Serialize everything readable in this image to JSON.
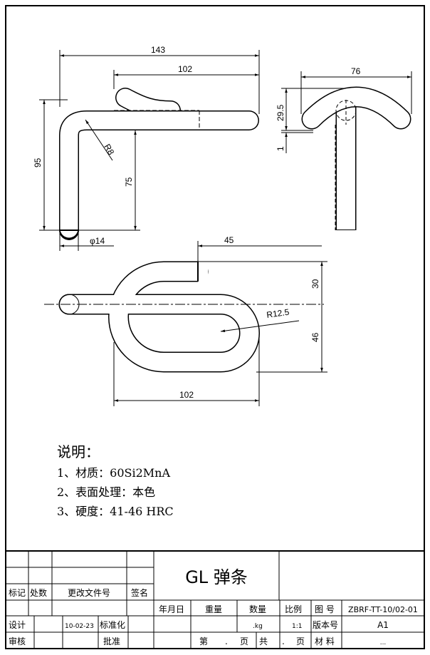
{
  "dimensions": {
    "front": {
      "overall_length": "143",
      "hook_length": "102",
      "height": "95",
      "lower_height": "75",
      "diameter": "φ14",
      "bend_radius": "R8"
    },
    "side": {
      "width": "76",
      "arc_height": "29.5",
      "offset": "1"
    },
    "top": {
      "end_length": "45",
      "upper_offset": "30",
      "lower_offset": "46",
      "loop_radius": "R12.5",
      "overall_width": "102"
    }
  },
  "notes": {
    "heading": "说明：",
    "items": [
      "1、材质：60Si2MnA",
      "2、表面处理：本色",
      "3、硬度：41-46 HRC"
    ]
  },
  "title_block": {
    "title": "GL 弹条",
    "revision_headers": [
      "标记",
      "处数",
      "更改文件号",
      "签名"
    ],
    "design_label": "设计",
    "date": "10-02-23",
    "standardization_label": "标准化",
    "review_label": "审核",
    "approve_label": "批准",
    "col_headers": [
      "年月日",
      "重量",
      "数量",
      "比例"
    ],
    "weight_unit": ".kg",
    "scale": "1:1",
    "page_label_1": "第",
    "page_label_2": "页",
    "total_label_1": "共",
    "total_label_2": "页",
    "page_sep": ".",
    "drawing_no_label": "图 号",
    "drawing_no": "ZBRF-TT-10/02-01",
    "version_label": "版本号",
    "version": "A1",
    "material_label": "材 料",
    "material": "..."
  }
}
